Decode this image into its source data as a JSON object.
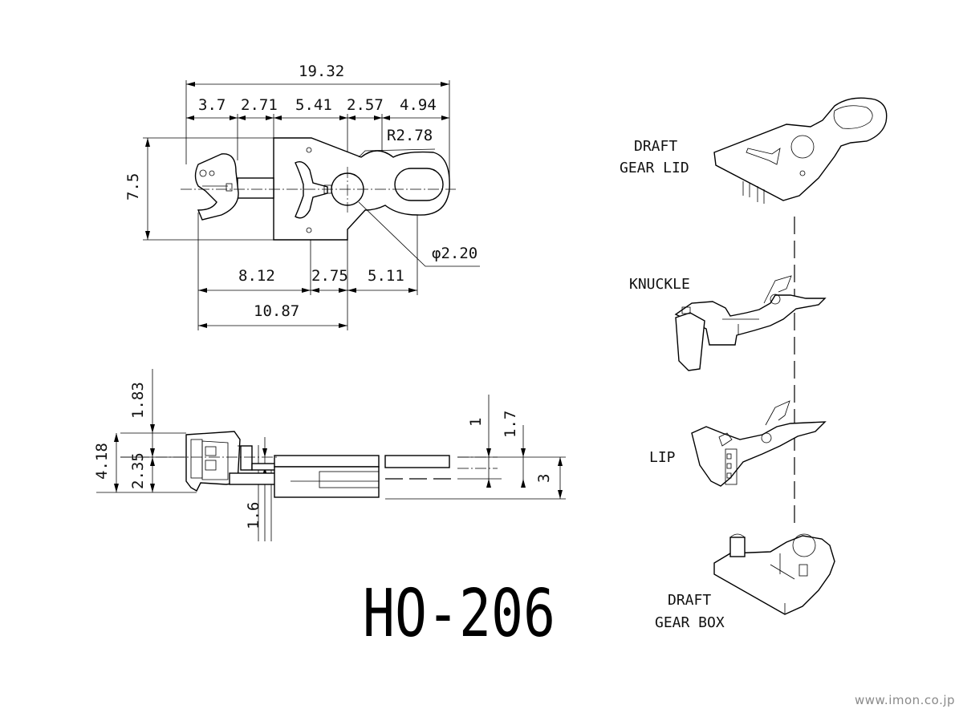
{
  "title": "HO-206",
  "website": "www.imon.co.jp",
  "top_view_dimensions": {
    "overall_length": "19.32",
    "segment_1": "3.7",
    "segment_2": "2.71",
    "segment_3": "5.41",
    "segment_4": "2.57",
    "segment_5": "4.94",
    "radius": "R2.78",
    "height": "7.5",
    "diameter": "φ2.20",
    "bottom_1": "8.12",
    "bottom_2": "2.75",
    "bottom_3": "5.11",
    "bottom_total": "10.87"
  },
  "side_view_dimensions": {
    "top_offset": "1.83",
    "overall_height": "4.18",
    "head_height": "2.35",
    "shank_offset": "1.6",
    "gap_1": "1",
    "gap_2": "1.7",
    "box_height": "3"
  },
  "parts": [
    {
      "line1": "DRAFT",
      "line2": "GEAR LID"
    },
    {
      "line1": "KNUCKLE",
      "line2": ""
    },
    {
      "line1": "LIP",
      "line2": ""
    },
    {
      "line1": "DRAFT",
      "line2": "GEAR BOX"
    }
  ]
}
